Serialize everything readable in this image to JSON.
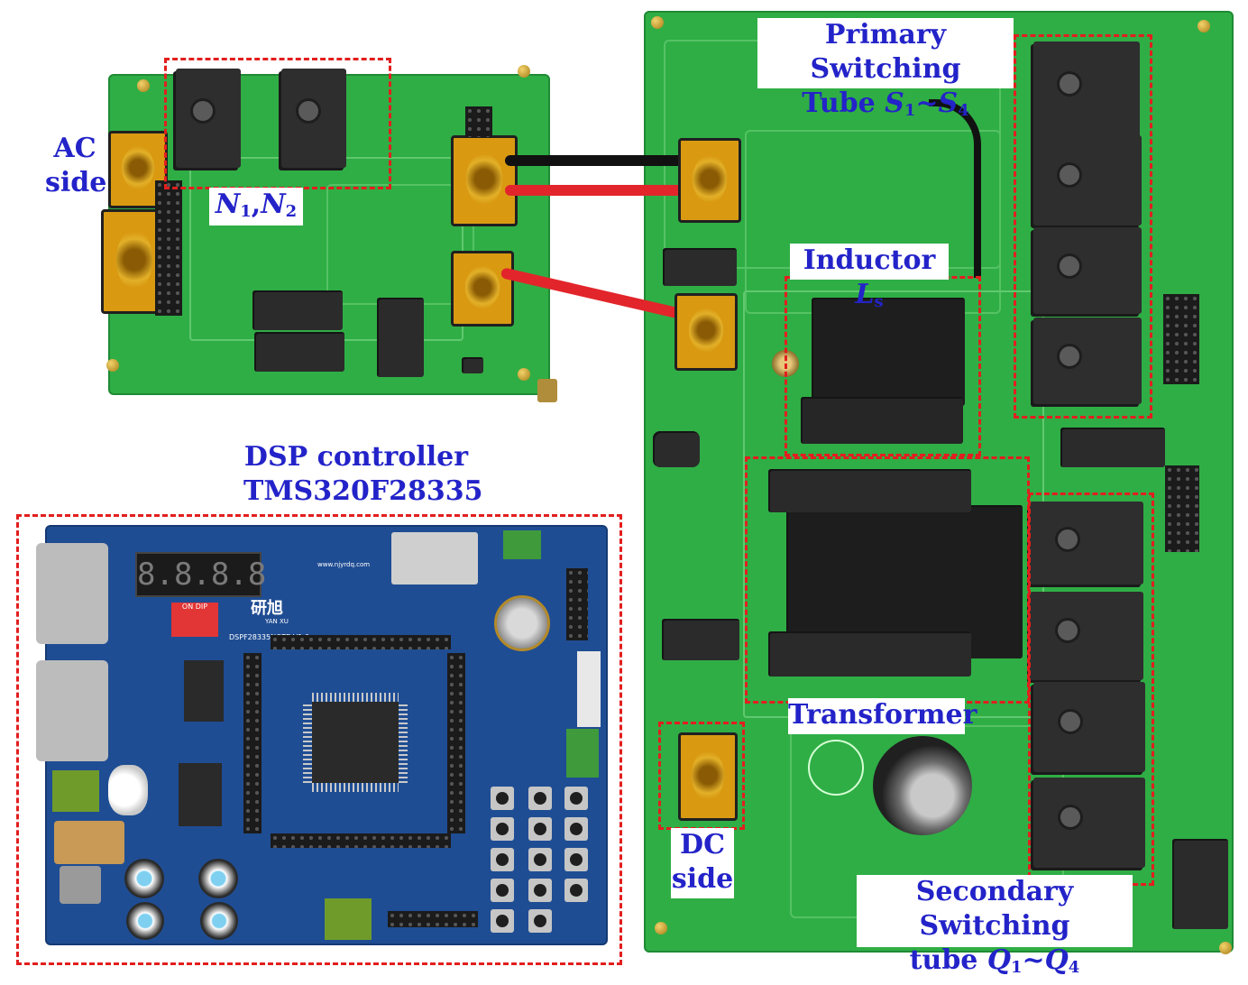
{
  "labels": {
    "ac_side": [
      "AC",
      "side"
    ],
    "n_label": {
      "n1": "N",
      "sub1": "1",
      "comma": ",",
      "n2": "N",
      "sub2": "2"
    },
    "primary": {
      "line1": "Primary Switching",
      "line2_prefix": "Tube ",
      "s": "S",
      "sub1": "1",
      "tilde": "~",
      "s2": "S",
      "sub4": "4"
    },
    "inductor": {
      "text": "Inductor ",
      "l": "L",
      "sub": "s"
    },
    "dsp_title": [
      "DSP controller",
      "TMS320F28335"
    ],
    "transformer": "Transformer",
    "dc_side": [
      "DC",
      "side"
    ],
    "secondary": {
      "line1": "Secondary Switching",
      "line2_prefix": "tube ",
      "q": "Q",
      "sub1": "1",
      "tilde": "~",
      "q2": "Q",
      "sub4": "4"
    }
  },
  "board_text": {
    "dsp_segment_display": "8.8.8.8",
    "dsp_brand": "研旭",
    "dsp_brand_en": "YAN XU",
    "dsp_model": "DSPF28335NOTE V1.0",
    "dsp_url": "www.njyrdq.com",
    "dip_label": "ON DIP"
  },
  "colors": {
    "label_text": "#2323c9",
    "dashed_box": "#e31e1e",
    "pcb_green": "#2fae45",
    "dsp_blue": "#1f4d93"
  }
}
